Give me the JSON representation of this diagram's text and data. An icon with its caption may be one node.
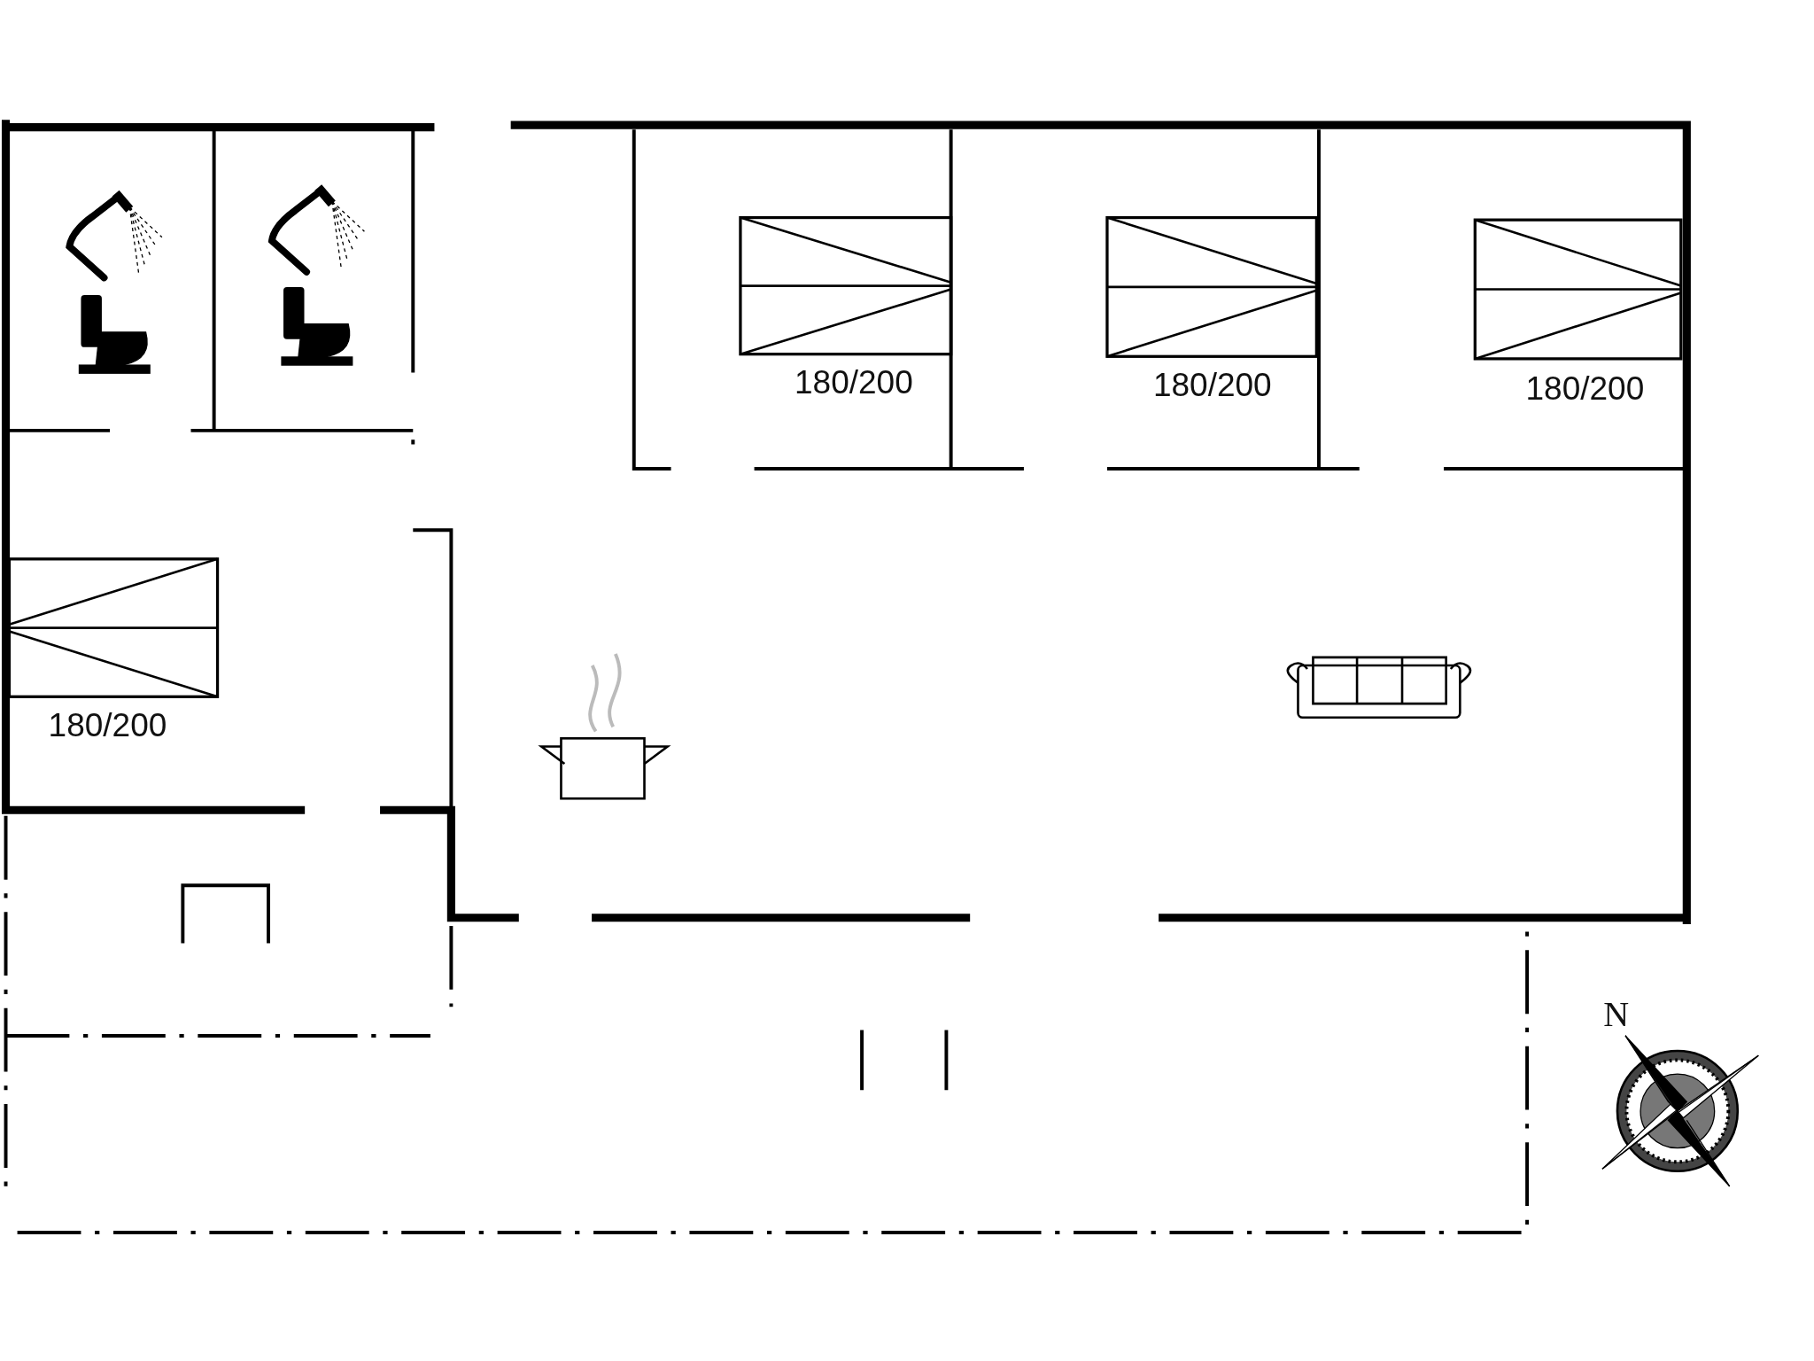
{
  "diagram": {
    "labels": [
      "180/200",
      "180/200",
      "180/200",
      "180/200",
      "N"
    ]
  }
}
